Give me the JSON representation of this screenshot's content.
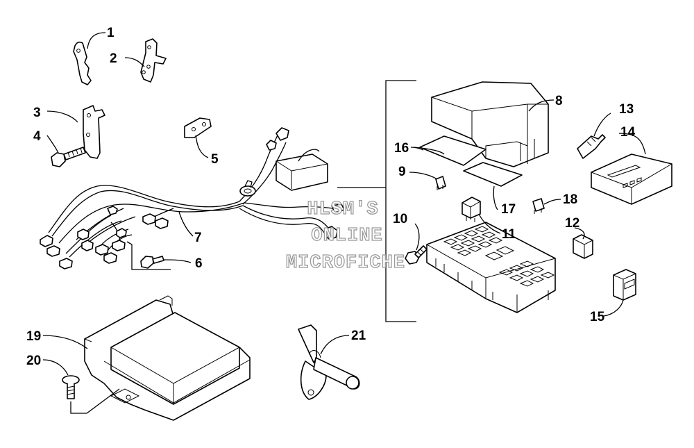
{
  "callouts": [
    {
      "id": "1",
      "label": "1"
    },
    {
      "id": "2",
      "label": "2"
    },
    {
      "id": "3",
      "label": "3"
    },
    {
      "id": "4",
      "label": "4"
    },
    {
      "id": "5",
      "label": "5"
    },
    {
      "id": "6",
      "label": "6"
    },
    {
      "id": "7",
      "label": "7"
    },
    {
      "id": "8",
      "label": "8"
    },
    {
      "id": "9",
      "label": "9"
    },
    {
      "id": "10",
      "label": "10"
    },
    {
      "id": "11",
      "label": "11"
    },
    {
      "id": "12",
      "label": "12"
    },
    {
      "id": "13",
      "label": "13"
    },
    {
      "id": "14",
      "label": "14"
    },
    {
      "id": "15",
      "label": "15"
    },
    {
      "id": "16",
      "label": "16"
    },
    {
      "id": "17",
      "label": "17"
    },
    {
      "id": "18",
      "label": "18"
    },
    {
      "id": "19",
      "label": "19"
    },
    {
      "id": "20",
      "label": "20"
    },
    {
      "id": "21",
      "label": "21"
    }
  ],
  "watermark": {
    "line1": "HLSM'S",
    "line2": "ONLINE",
    "line3": "MICROFICHE"
  }
}
